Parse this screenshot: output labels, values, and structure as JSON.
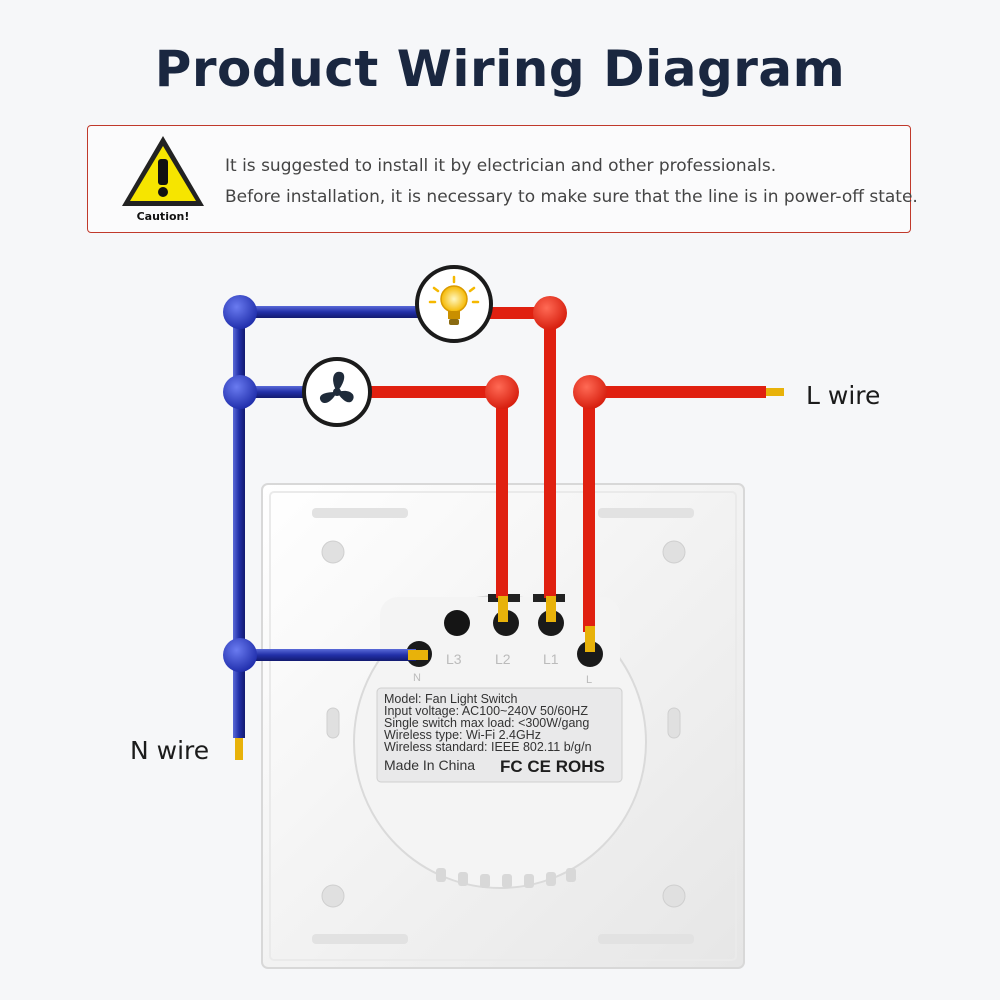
{
  "title": "Product Wiring Diagram",
  "caution": {
    "label": "Caution!",
    "lines": [
      "It is suggested to install it by electrician and other professionals.",
      "Before installation, it is necessary to make sure that the line is in power-off state."
    ]
  },
  "wires": {
    "l_label": "L wire",
    "n_label": "N wire"
  },
  "terminals": [
    "L3",
    "L2",
    "L1"
  ],
  "terminal_marks": [
    "N",
    "L"
  ],
  "nameplate": {
    "lines": [
      "Model:  Fan Light Switch",
      "Input voltage:  AC100~240V  50/60HZ",
      "Single switch max load:  <300W/gang",
      "Wireless type:  Wi-Fi 2.4GHz",
      "Wireless standard:  IEEE 802.11 b/g/n"
    ],
    "made_in": "Made In China",
    "marks": "FC CE ROHS"
  },
  "colors": {
    "neutral_wire": "#2230a8",
    "live_wire": "#e02010",
    "title": "#1a2740",
    "caution_border": "#c0392b"
  },
  "icons": [
    "caution-sign-icon",
    "light-bulb-icon",
    "fan-icon"
  ]
}
